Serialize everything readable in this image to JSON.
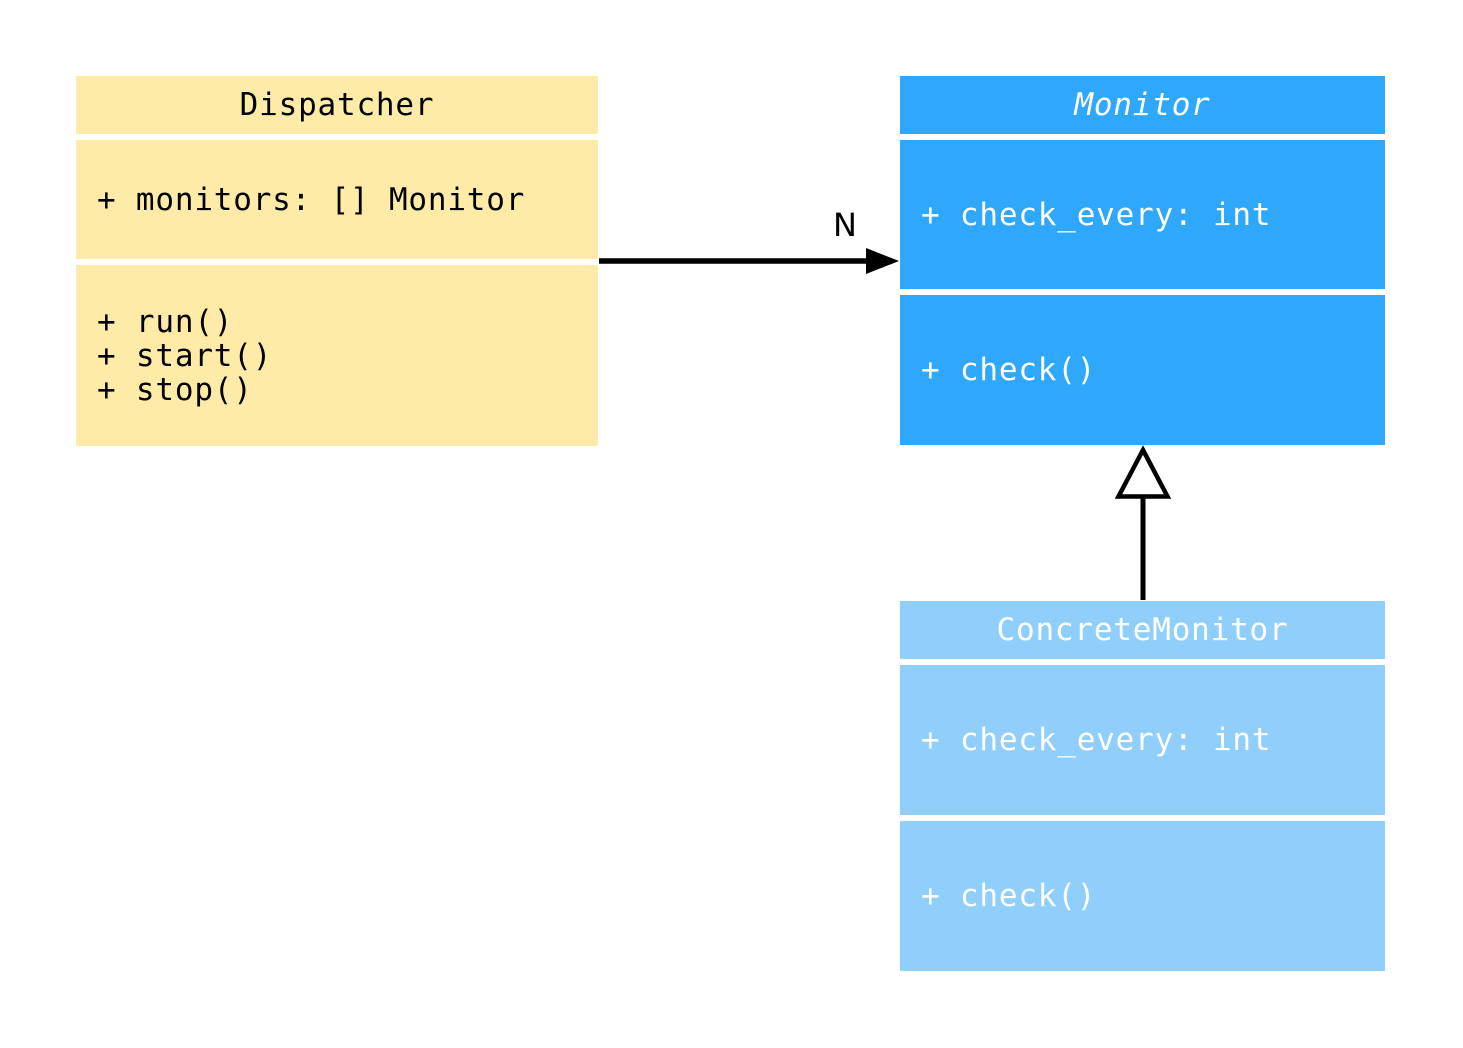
{
  "page": {
    "background_color": "#ffffff"
  },
  "diagram": {
    "type": "uml-class-diagram",
    "classes": [
      {
        "name": "Dispatcher",
        "abstract": false,
        "fill_color": "#feeba7",
        "text_color": "#000000",
        "attributes": [
          "+ monitors: [] Monitor"
        ],
        "methods": [
          "+ run()",
          "+ start()",
          "+ stop()"
        ]
      },
      {
        "name": "Monitor",
        "abstract": true,
        "fill_color": "#2fa7fa",
        "text_color": "#ffffff",
        "attributes": [
          "+ check_every: int"
        ],
        "methods": [
          "+ check()"
        ]
      },
      {
        "name": "ConcreteMonitor",
        "abstract": false,
        "fill_color": "#90cffc",
        "text_color": "#ffffff",
        "attributes": [
          "+ check_every: int"
        ],
        "methods": [
          "+ check()"
        ]
      }
    ],
    "relations": [
      {
        "type": "association",
        "from": "Dispatcher",
        "to": "Monitor",
        "label": "N",
        "line_color": "#000000"
      },
      {
        "type": "inheritance",
        "from": "ConcreteMonitor",
        "to": "Monitor",
        "label": "",
        "line_color": "#000000"
      }
    ]
  }
}
